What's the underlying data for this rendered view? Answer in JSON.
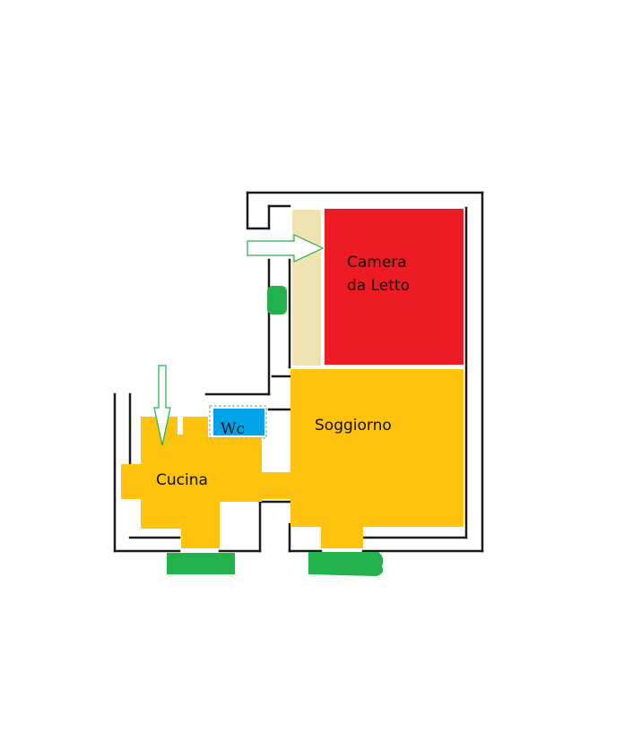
{
  "rooms": {
    "bedroom": {
      "label_line1": "Camera",
      "label_line2": "da Letto"
    },
    "living": {
      "label": "Soggiorno"
    },
    "kitchen": {
      "label": "Cucina"
    },
    "wc": {
      "label": "Wc"
    }
  },
  "colors": {
    "bedroom": "#ED1C24",
    "corridor": "#EFE4B0",
    "living_kitchen": "#FFC20E",
    "wc": "#00A2E8",
    "green": "#22B14C",
    "walls": "#1a1a1a",
    "arrow": "#22B14C"
  },
  "icons": {
    "entrance_arrow_1": "arrow-right-outline-icon",
    "entrance_arrow_2": "arrow-down-outline-icon"
  }
}
